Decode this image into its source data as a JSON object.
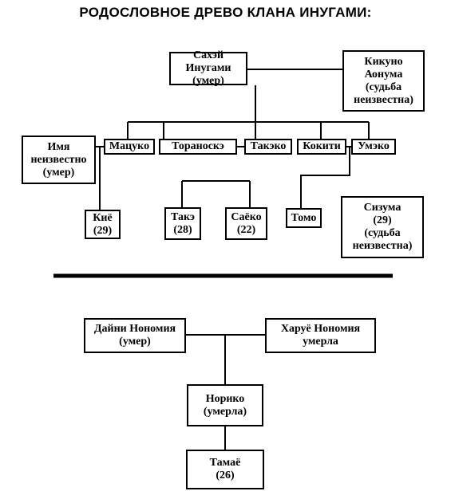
{
  "title": "РОДОСЛОВНОЕ ДРЕВО КЛАНА ИНУГАМИ:",
  "tree1": {
    "sahei": {
      "name": "Сахэй Инугами",
      "note": "(умер)"
    },
    "kikuno": {
      "line1": "Кикуно",
      "line2": "Аонума",
      "line3": "(судьба",
      "line4": "неизвестна)"
    },
    "unknown": {
      "line1": "Имя",
      "line2": "неизвестно",
      "line3": "(умер)"
    },
    "children": [
      "Мацуко",
      "Тораноскэ",
      "Такэко",
      "Кокити",
      "Умэко"
    ],
    "kie": {
      "name": "Киё",
      "age": "(29)"
    },
    "take": {
      "name": "Такэ",
      "age": "(28)"
    },
    "saeko": {
      "name": "Саёко",
      "age": "(22)"
    },
    "tomo": {
      "name": "Томо"
    },
    "sizuma": {
      "line1": "Сизума",
      "line2": "(29)",
      "line3": "(судьба",
      "line4": "неизвестна)"
    }
  },
  "tree2": {
    "daini": {
      "name": "Дайни Нономия",
      "note": "(умер)"
    },
    "harue": {
      "name": "Харуё Нономия",
      "note": "умерла"
    },
    "noriko": {
      "name": "Норико",
      "note": "(умерла)"
    },
    "tamae": {
      "name": "Тамаё",
      "age": "(26)"
    }
  }
}
